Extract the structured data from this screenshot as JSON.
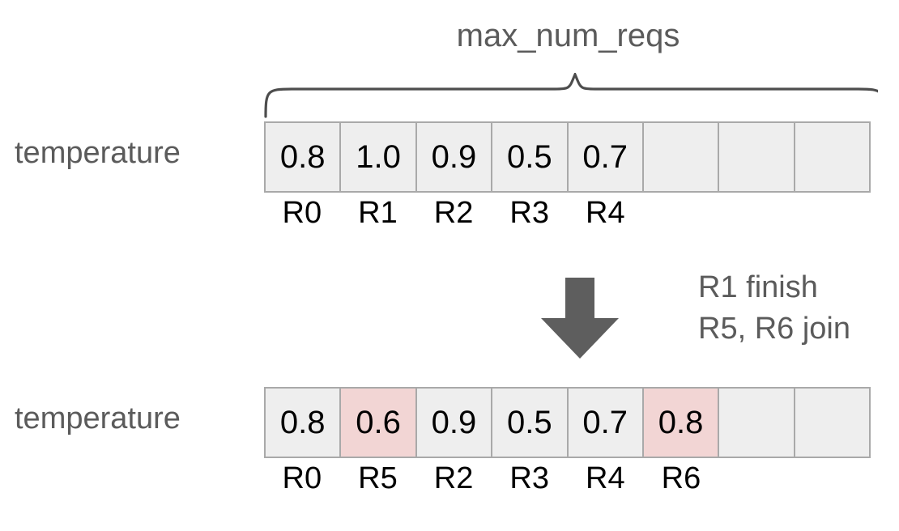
{
  "diagram": {
    "title": "max_num_reqs",
    "colors": {
      "cell_fill": "#eeeeee",
      "cell_highlight": "#f2d5d4",
      "cell_border": "#a9a9a9",
      "label_text": "#5b5b5b",
      "value_text": "#000000",
      "arrow": "#5e5e5e",
      "brace": "#4d4d4d"
    },
    "brace": {
      "icon": "curly-brace-up-icon"
    },
    "rows": [
      {
        "label": "temperature",
        "cells": [
          {
            "value": "0.8",
            "tag": "R0",
            "highlight": false
          },
          {
            "value": "1.0",
            "tag": "R1",
            "highlight": false
          },
          {
            "value": "0.9",
            "tag": "R2",
            "highlight": false
          },
          {
            "value": "0.5",
            "tag": "R3",
            "highlight": false
          },
          {
            "value": "0.7",
            "tag": "R4",
            "highlight": false
          },
          {
            "value": "",
            "tag": "",
            "highlight": false
          },
          {
            "value": "",
            "tag": "",
            "highlight": false
          },
          {
            "value": "",
            "tag": "",
            "highlight": false
          }
        ]
      },
      {
        "label": "temperature",
        "cells": [
          {
            "value": "0.8",
            "tag": "R0",
            "highlight": false
          },
          {
            "value": "0.6",
            "tag": "R5",
            "highlight": true
          },
          {
            "value": "0.9",
            "tag": "R2",
            "highlight": false
          },
          {
            "value": "0.5",
            "tag": "R3",
            "highlight": false
          },
          {
            "value": "0.7",
            "tag": "R4",
            "highlight": false
          },
          {
            "value": "0.8",
            "tag": "R6",
            "highlight": true
          },
          {
            "value": "",
            "tag": "",
            "highlight": false
          },
          {
            "value": "",
            "tag": "",
            "highlight": false
          }
        ]
      }
    ],
    "transition": {
      "arrow_icon": "arrow-down-icon",
      "note_lines": [
        "R1 finish",
        "R5, R6 join"
      ]
    }
  }
}
